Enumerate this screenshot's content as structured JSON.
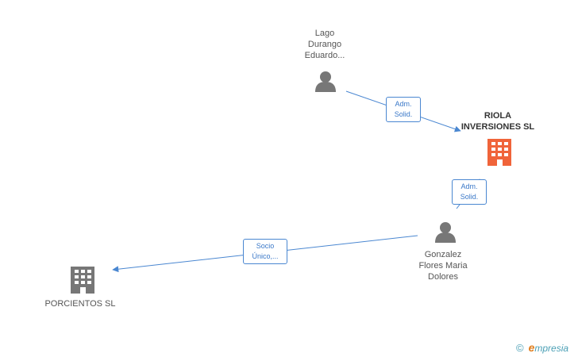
{
  "colors": {
    "edge": "#4a87d1",
    "person_icon": "#777777",
    "company_icon": "#777777",
    "main_company_icon": "#f0643a"
  },
  "nodes": {
    "lago": {
      "label": "Lago\nDurango\nEduardo...",
      "type": "person"
    },
    "riola": {
      "label": "RIOLA\nINVERSIONES SL",
      "type": "company-main"
    },
    "gonzalez": {
      "label": "Gonzalez\nFlores Maria\nDolores",
      "type": "person"
    },
    "porcientos": {
      "label": "PORCIENTOS SL",
      "type": "company"
    }
  },
  "edges": {
    "lago_riola": {
      "label": "Adm.\nSolid."
    },
    "gonzalez_riola": {
      "label": "Adm.\nSolid."
    },
    "gonzalez_porcientos": {
      "label": "Socio\nÚnico,..."
    }
  },
  "brand": {
    "copyright": "©",
    "initial": "e",
    "rest": "mpresia"
  }
}
